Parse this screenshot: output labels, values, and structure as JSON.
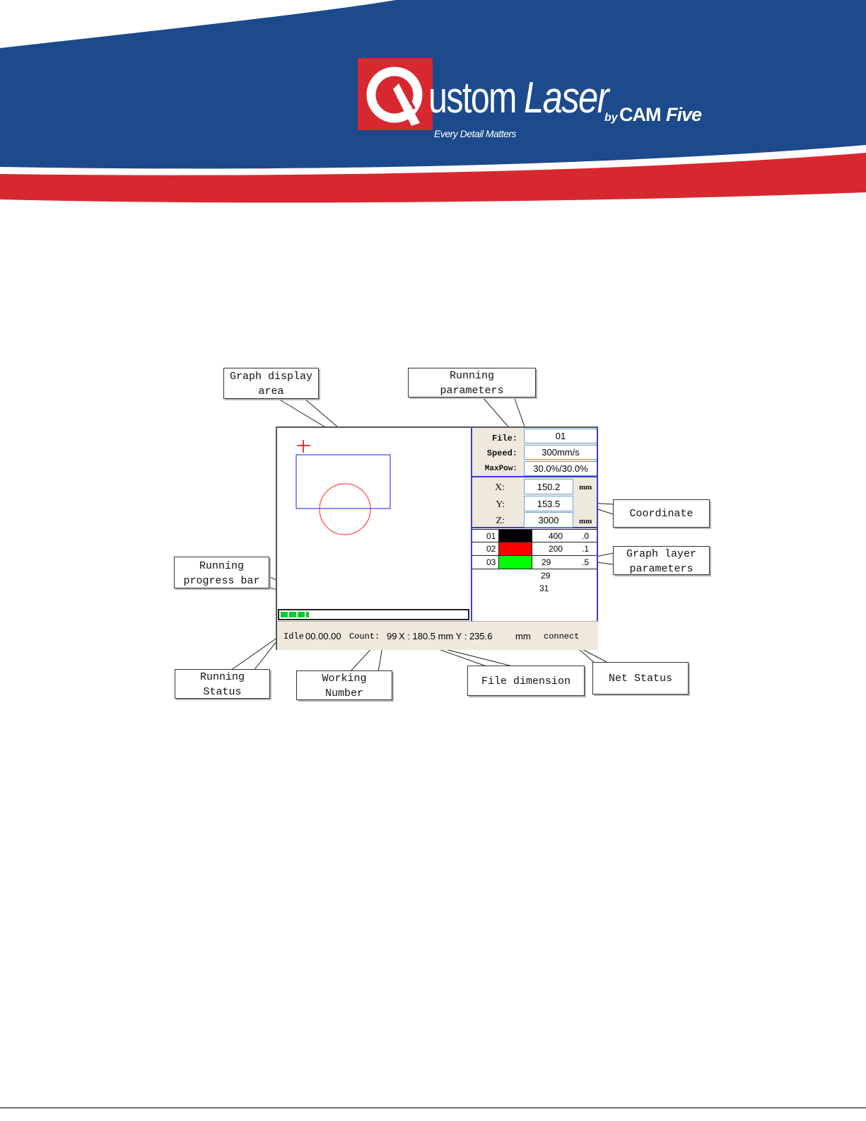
{
  "brand": {
    "q_letter": "Q",
    "name_part1": "ustom",
    "name_part2": "Laser",
    "by": "by",
    "cam": "CAM",
    "five": "Five",
    "tagline": "Every Detail Matters",
    "colors": {
      "blue": "#1c4a8c",
      "red": "#d7282f",
      "white": "#ffffff"
    }
  },
  "callouts": {
    "graph_display": [
      "Graph display",
      "area"
    ],
    "running_params": [
      "Running",
      "parameters"
    ],
    "coordinate": "Coordinate",
    "graph_layer": [
      "Graph layer",
      "parameters"
    ],
    "progress_bar": [
      "Running",
      "progress bar"
    ],
    "running_status": [
      "Running",
      "Status"
    ],
    "working_number": [
      "Working",
      "Number"
    ],
    "file_dimension": "File dimension",
    "net_status": "Net Status"
  },
  "panel": {
    "params": [
      {
        "label": "File:",
        "value": "01"
      },
      {
        "label": "Speed:",
        "value": "300mm/s"
      },
      {
        "label": "MaxPow:",
        "value": "30.0%/30.0%"
      }
    ],
    "coords": [
      {
        "label": "X:",
        "value": "150.2",
        "unit": "mm"
      },
      {
        "label": "Y:",
        "value": "153.5",
        "unit": ""
      },
      {
        "label": "Z:",
        "value": "3000",
        "unit": "mm"
      }
    ],
    "layers": [
      {
        "id": "01",
        "color": "#000000",
        "speed": "400",
        "power": ".0"
      },
      {
        "id": "02",
        "color": "#ff0000",
        "speed": "200",
        "power": ".1"
      },
      {
        "id": "03",
        "color": "#00ff00",
        "speed": "29",
        "power": ".5"
      }
    ],
    "extra_values": [
      "29",
      "31"
    ],
    "progress": 0.1,
    "status_bar": {
      "status": "Idle",
      "time": "00.00.00",
      "count_label": "Count:",
      "count": "99",
      "dim": "X : 180.5 mm Y : 235.6",
      "unit": "mm",
      "net": "connect"
    }
  }
}
